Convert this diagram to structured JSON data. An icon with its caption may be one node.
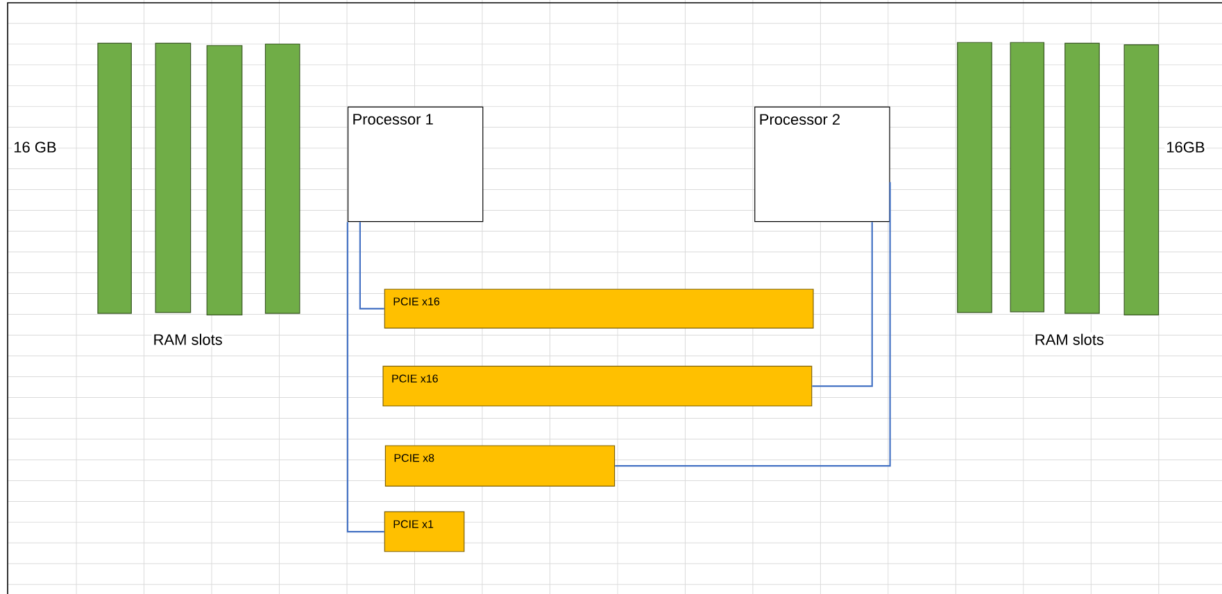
{
  "diagram": {
    "nodes": [
      {
        "text": [
          "Processor 1"
        ]
      },
      {
        "text": [
          "Processor 2"
        ]
      },
      {
        "text": [
          "PCIE x16"
        ]
      },
      {
        "text": [
          "PCIE x16"
        ]
      },
      {
        "text": [
          "PCIE x8"
        ]
      },
      {
        "text": [
          "PCIE x1"
        ]
      },
      {
        "text": [],
        "shape": "bar"
      },
      {
        "text": [],
        "shape": "bar"
      },
      {
        "text": [],
        "shape": "bar"
      },
      {
        "text": [],
        "shape": "bar"
      },
      {
        "text": [],
        "shape": "bar"
      },
      {
        "text": [],
        "shape": "bar"
      },
      {
        "text": [],
        "shape": "bar"
      },
      {
        "text": [],
        "shape": "bar"
      }
    ],
    "edges": [
      {
        "from": 0,
        "to": 2,
        "arrow": "none"
      },
      {
        "from": 0,
        "to": 5,
        "arrow": "none"
      },
      {
        "from": 1,
        "to": 3,
        "arrow": "none"
      },
      {
        "from": 1,
        "to": 4,
        "arrow": "none"
      }
    ],
    "labels": [
      "16 GB",
      "16GB",
      "RAM slots",
      "RAM slots"
    ]
  }
}
